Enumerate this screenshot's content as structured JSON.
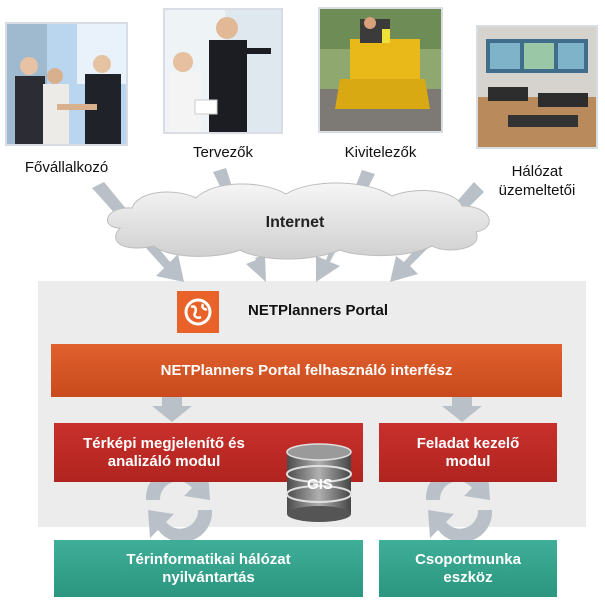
{
  "roles": [
    {
      "label_lines": [
        "Fővállalkozó"
      ],
      "photo": "business-handshake-photo"
    },
    {
      "label_lines": [
        "Tervezők"
      ],
      "photo": "planners-whiteboard-photo"
    },
    {
      "label_lines": [
        "Kivitelezők"
      ],
      "photo": "construction-machine-photo"
    },
    {
      "label_lines": [
        "Hálózat",
        "üzemeltetői"
      ],
      "photo": "control-room-photo"
    }
  ],
  "cloud": {
    "label": "Internet"
  },
  "portal": {
    "title": "NETPlanners Portal",
    "icon": "globe-icon",
    "interface_bar": "NETPlanners Portal felhasználó interfész",
    "map_module_lines": [
      "Térképi megjelenítő és",
      "analizáló modul"
    ],
    "gis_label": "GIS",
    "task_module_lines": [
      "Feladat kezelő",
      "modul"
    ]
  },
  "bottom": {
    "network_registry_lines": [
      "Térinformatikai hálózat",
      "nyilvántartás"
    ],
    "groupwork_lines": [
      "Csoportmunka",
      "eszköz"
    ]
  },
  "colors": {
    "orange": "#e0602e",
    "red": "#c9302c",
    "teal": "#3fae98",
    "arrow_gray": "#b9c0c7",
    "panel_gray": "#ececec"
  }
}
